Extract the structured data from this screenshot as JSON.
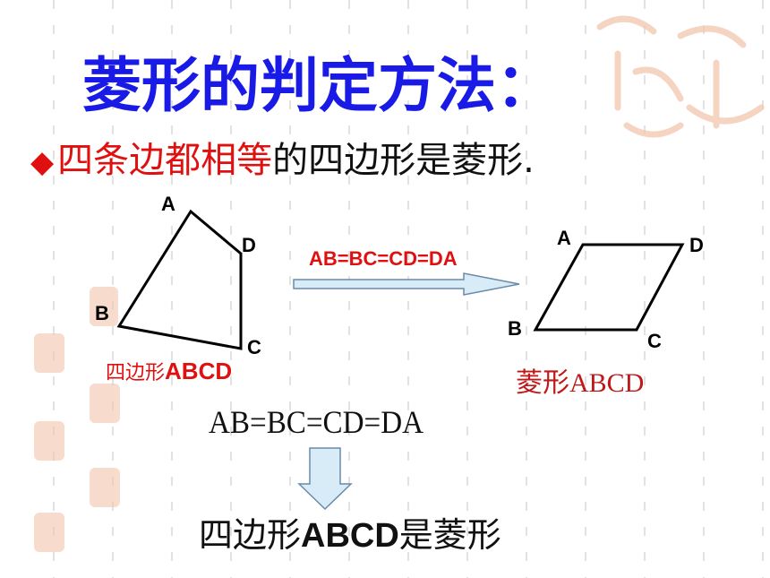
{
  "slide": {
    "title": "菱形的判定方法：",
    "bullet": {
      "marker": "◆",
      "highlight": "四条边都相等",
      "rest": "的四边形是菱形."
    },
    "left_quad": {
      "vertices": [
        "A",
        "B",
        "C",
        "D"
      ],
      "name_prefix": "四边形",
      "name_suffix": "ABCD"
    },
    "arrow_label": "AB=BC=CD=DA",
    "right_quad": {
      "vertices": [
        "A",
        "B",
        "C",
        "D"
      ],
      "name": "菱形ABCD"
    },
    "equation": "AB=BC=CD=DA",
    "conclusion": {
      "prefix": "四边形",
      "bold": "ABCD",
      "suffix": "是菱形"
    }
  },
  "colors": {
    "title": "#1a1ae6",
    "highlight": "#e01010",
    "arrow_fill": "#d8ecf8",
    "arrow_stroke": "#6a8aa8",
    "grid_dash": "#e2e2e2",
    "watermark": "#f2c6ae"
  },
  "icons": {
    "watermark": "decorative-seal-icon",
    "arrow_right": "arrow-right-icon",
    "arrow_down": "arrow-down-icon"
  }
}
